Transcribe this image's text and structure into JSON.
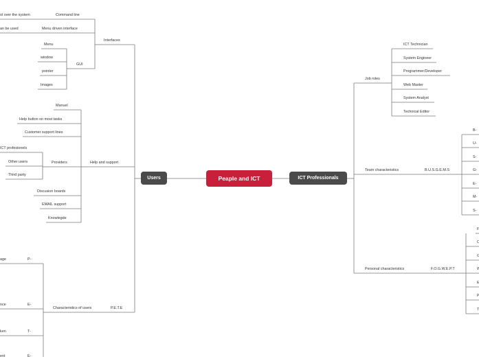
{
  "center": "Peaple and ICT",
  "users": {
    "label": "Users",
    "interfaces": {
      "label": "Interfaces",
      "command_line": "Command line",
      "command_line_note": "ol over the system",
      "menu_driven": "Menu driven interface",
      "menu_driven_note": "an be used",
      "gui": {
        "label": "GUI",
        "items": [
          "Menu",
          "window",
          "pointer",
          "Images"
        ]
      }
    },
    "help": {
      "label": "Help and support",
      "items": [
        "Manuel",
        "Help button on most tasks",
        "Customer support lines",
        "Discusion boards",
        "EMAIL support",
        "Knowlegde"
      ],
      "providers": {
        "label": "Providers",
        "items": [
          "ICT profesionels",
          "Other users",
          "Third party"
        ]
      }
    },
    "characteristics": {
      "label": "Characteristics of users",
      "acronym": "P.E.T.E",
      "letters": [
        "P-",
        "E-",
        "T-",
        "E-"
      ],
      "notes": [
        "age",
        "nce",
        "ken",
        "ent"
      ]
    }
  },
  "pros": {
    "label": "ICT Professionals",
    "job_roles": {
      "label": "Job roles",
      "items": [
        "ICT Technician",
        "System Engineer",
        "Programmer/Developer",
        "Web Master",
        "System Analyst",
        "Technical Editor"
      ]
    },
    "team": {
      "label": "Team characteristics",
      "acronym": "B.U.S.G.E.M.S",
      "letters": [
        "B-",
        "U-",
        "S-",
        "G-",
        "E-",
        "M-",
        "S-"
      ]
    },
    "personal": {
      "label": "Personal characteristics",
      "acronym": "F.O.G.W.E.P.T",
      "letters": [
        "F",
        "O",
        "G",
        "W",
        "E",
        "P",
        "T"
      ]
    }
  }
}
